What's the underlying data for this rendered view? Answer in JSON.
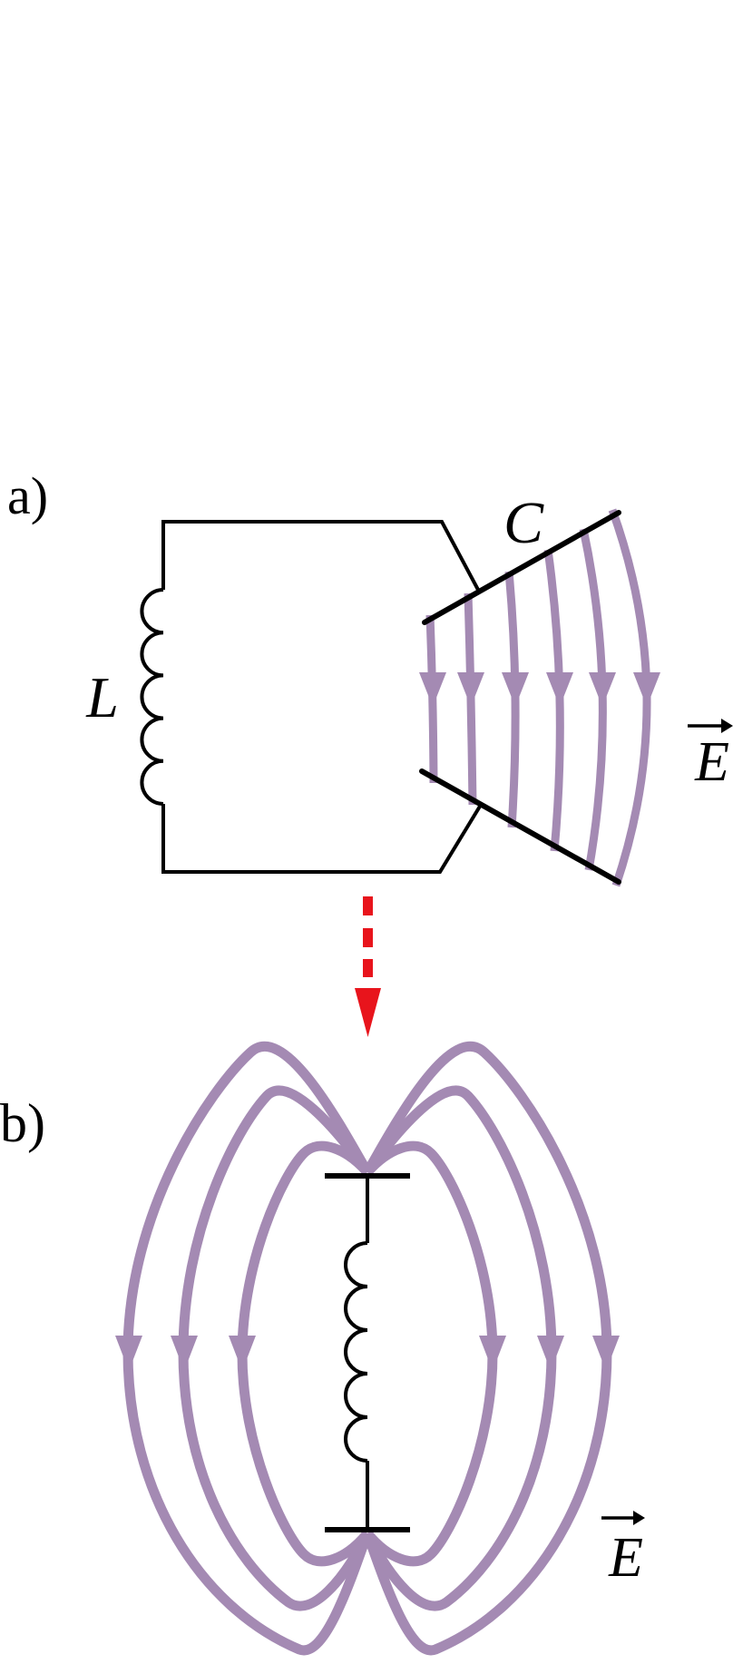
{
  "figure": {
    "panel_a": {
      "label": "a)",
      "inductor_label": "L",
      "capacitor_label": "C",
      "field_label": "E"
    },
    "panel_b": {
      "label": "b)",
      "field_label": "E"
    },
    "colors": {
      "wire": "#000000",
      "field_line": "#a48ab3",
      "transform_arrow": "#e8141c",
      "text": "#000000"
    }
  }
}
